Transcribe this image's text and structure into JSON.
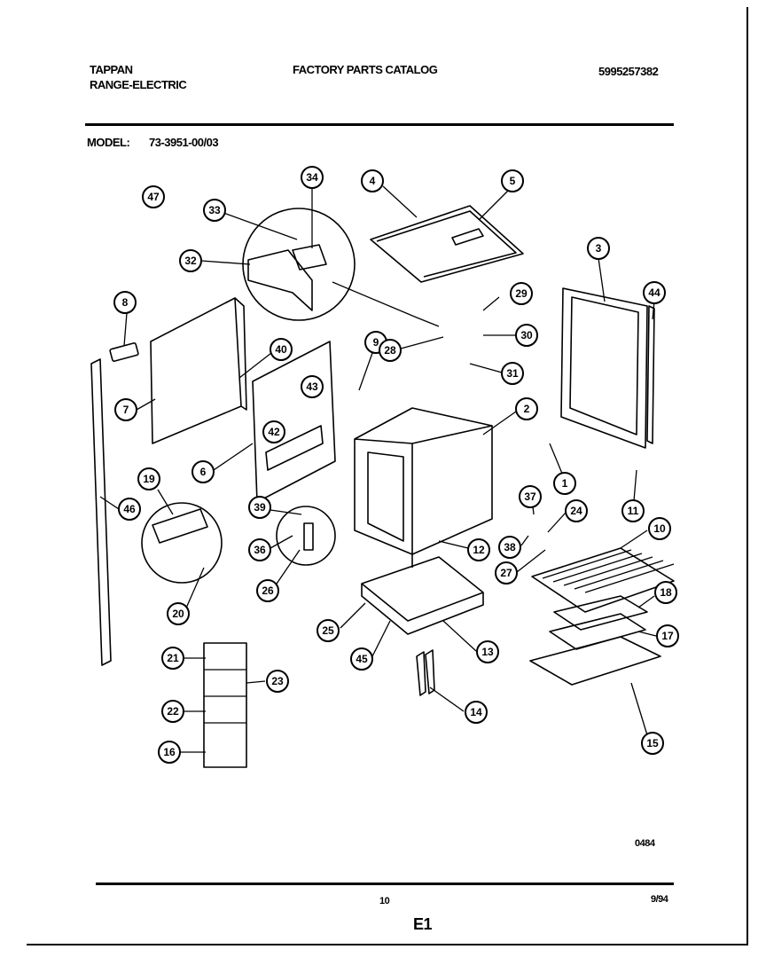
{
  "header": {
    "brand": "TAPPAN",
    "product_line": "RANGE-ELECTRIC",
    "catalog_title": "FACTORY PARTS CATALOG",
    "catalog_number": "5995257382",
    "model_label": "MODEL:",
    "model_number": "73-3951-00/03"
  },
  "diagram": {
    "callouts": [
      "47",
      "34",
      "33",
      "32",
      "4",
      "5",
      "3",
      "44",
      "8",
      "7",
      "40",
      "43",
      "42",
      "6",
      "9",
      "29",
      "30",
      "28",
      "31",
      "2",
      "1",
      "11",
      "19",
      "46",
      "39",
      "36",
      "26",
      "20",
      "37",
      "24",
      "38",
      "27",
      "12",
      "10",
      "18",
      "17",
      "15",
      "25",
      "45",
      "13",
      "14",
      "21",
      "23",
      "22",
      "16"
    ],
    "figure_code": "0484"
  },
  "footer": {
    "page_number": "10",
    "date": "9/94",
    "section": "E1"
  }
}
